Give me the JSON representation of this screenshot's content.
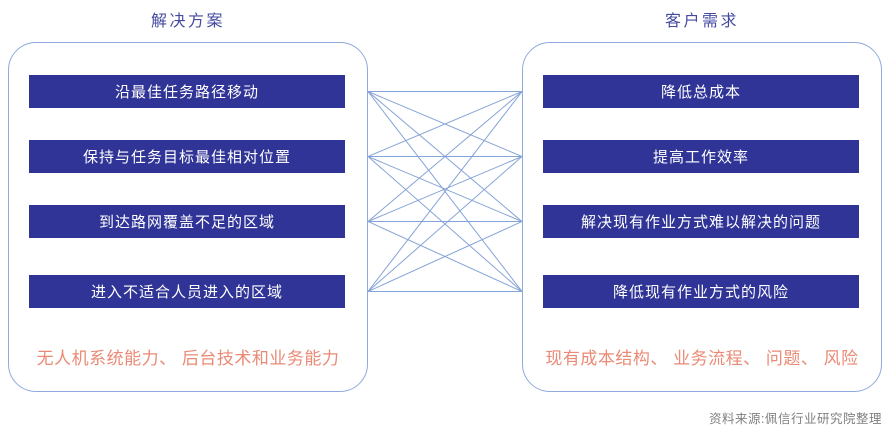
{
  "left_panel": {
    "title": "解决方案",
    "boxes": [
      "沿最佳任务路径移动",
      "保持与任务目标最佳相对位置",
      "到达路网覆盖不足的区域",
      "进入不适合人员进入的区域"
    ],
    "caption": "无人机系统能力、 后台技术和业务能力"
  },
  "right_panel": {
    "title": "客户需求",
    "boxes": [
      "降低总成本",
      "提高工作效率",
      "解决现有作业方式难以解决的问题",
      "降低现有作业方式的风险"
    ],
    "caption": "现有成本结构、 业务流程、 问题、 风险"
  },
  "source_note": "资料来源:佩信行业研究院整理",
  "colors": {
    "box_fill": "#2f3496",
    "box_text": "#ffffff",
    "panel_border": "#8faadc",
    "connector": "#84a3d7",
    "title": "#434aa0",
    "caption": "#ea8a76",
    "source": "#7f7f7f"
  }
}
